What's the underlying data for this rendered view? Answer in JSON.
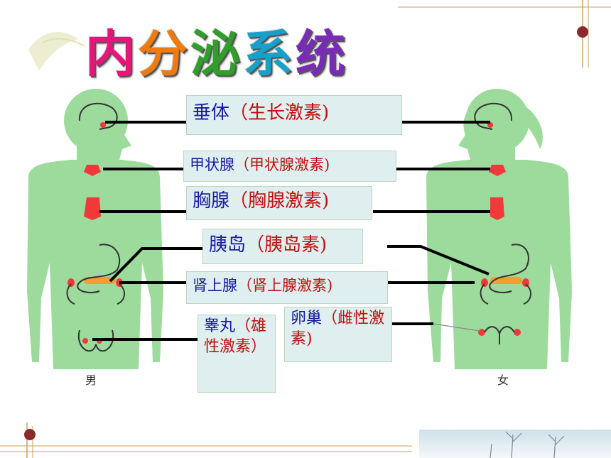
{
  "title": {
    "chars": [
      "内",
      "分",
      "泌",
      "系",
      "统"
    ],
    "colors": [
      "#e8147a",
      "#f07a12",
      "#2f9e2a",
      "#19a0c8",
      "#7a2ab8"
    ]
  },
  "figures": {
    "male_label": "男",
    "female_label": "女",
    "body_color": "#9cdb9c",
    "organ_color": "#f03a3a"
  },
  "labels": {
    "pituitary": {
      "name": "垂体",
      "hormone": "（生长激素)"
    },
    "thyroid": {
      "name": "甲状腺",
      "hormone": "（甲状腺激素)"
    },
    "thymus": {
      "name": "胸腺",
      "hormone": "（胸腺激素)"
    },
    "pancreas": {
      "name": "胰岛",
      "hormone": "（胰岛素)"
    },
    "adrenal": {
      "name": "肾上腺",
      "hormone": "（肾上腺激素)"
    },
    "testis": {
      "name": "睾丸",
      "hormone": "（雄性激素）"
    },
    "ovary": {
      "name": "卵巢",
      "hormone": "（雌性激素)"
    }
  }
}
